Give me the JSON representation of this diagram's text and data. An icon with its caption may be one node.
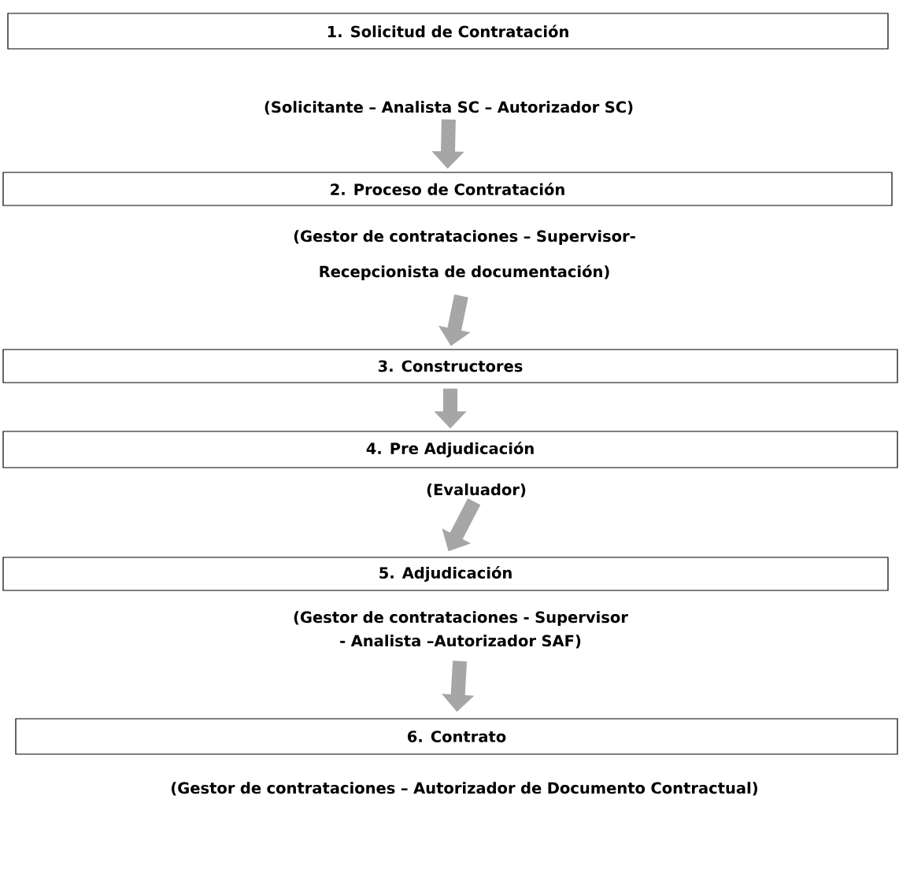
{
  "diagram": {
    "nodes": [
      {
        "text": [
          "1. Solicitud de Contratación"
        ],
        "beside": [
          "(Solicitante – Analista SC – Autorizador SC)"
        ]
      },
      {
        "text": [
          "2. Proceso de Contratación"
        ],
        "beside": [
          "(Gestor de contrataciones – Supervisor- Recepcionista de documentación)"
        ]
      },
      {
        "text": [
          "3. Constructores"
        ]
      },
      {
        "text": [
          "4. Pre Adjudicación"
        ],
        "beside": [
          "(Evaluador)"
        ]
      },
      {
        "text": [
          "5. Adjudicación"
        ],
        "beside": [
          "(Gestor de contrataciones - Supervisor - Analista –Autorizador SAF)"
        ]
      },
      {
        "text": [
          "6. Contrato"
        ],
        "beside": [
          "(Gestor de contrataciones – Autorizador de Documento Contractual)"
        ]
      }
    ],
    "edges": [
      {
        "from": 0,
        "to": 1,
        "arrow": "to"
      },
      {
        "from": 1,
        "to": 2,
        "arrow": "to"
      },
      {
        "from": 2,
        "to": 3,
        "arrow": "to"
      },
      {
        "from": 3,
        "to": 4,
        "arrow": "to"
      },
      {
        "from": 4,
        "to": 5,
        "arrow": "to"
      }
    ]
  }
}
